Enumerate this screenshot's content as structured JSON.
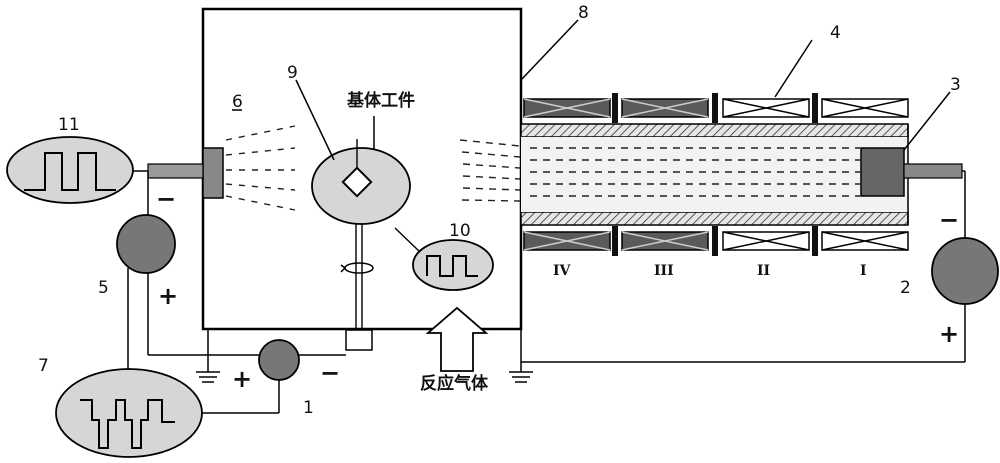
{
  "labels": {
    "n1": "1",
    "n2": "2",
    "n3": "3",
    "n4": "4",
    "n5": "5",
    "n6": "6",
    "n7": "7",
    "n8": "8",
    "n9": "9",
    "n10": "10",
    "n11": "11",
    "substrate": "基体工件",
    "reaction_gas": "反应气体",
    "coil_IV": "IV",
    "coil_III": "III",
    "coil_II": "II",
    "coil_I": "I"
  },
  "signs": {
    "ps5_minus": "−",
    "ps5_plus": "+",
    "ps1_plus": "+",
    "ps1_minus": "−",
    "ps2_minus": "−",
    "ps2_plus": "+"
  }
}
